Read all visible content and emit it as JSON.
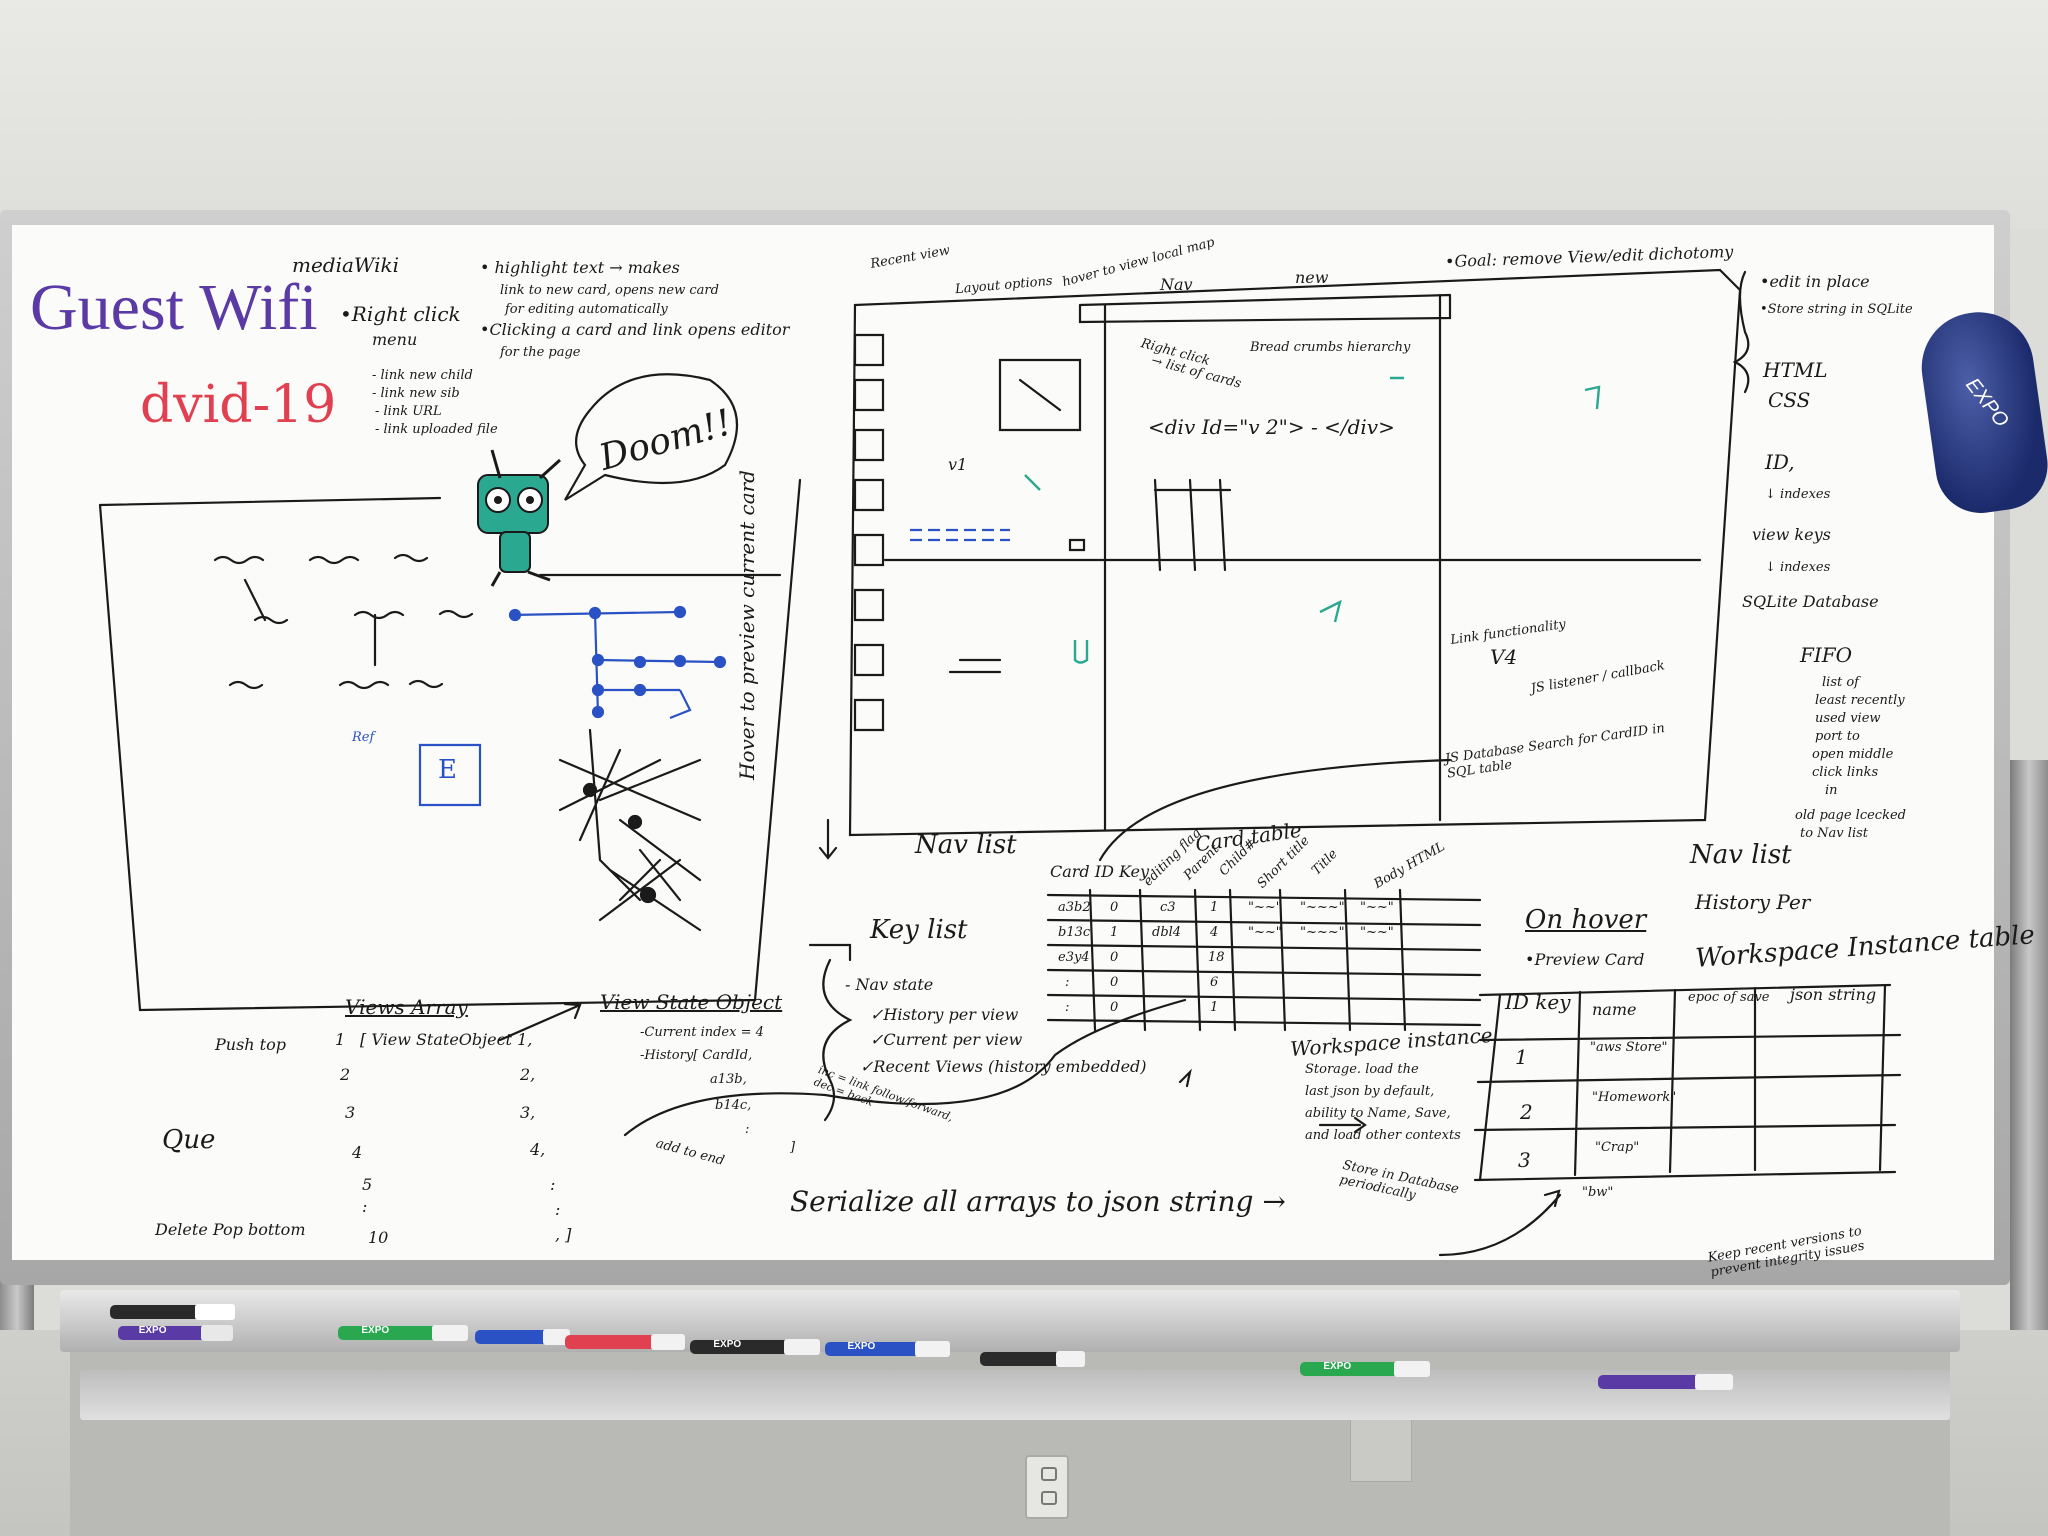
{
  "colors": {
    "board": "#fbfbfa",
    "frame": "#a7a7a7",
    "black_ink": "#1a1a1a",
    "purple_ink": "#5a3aa4",
    "red_ink": "#e04050",
    "blue_ink": "#2a52c4",
    "green_ink": "#2aa890",
    "eraser": "#1b2a6b"
  },
  "left": {
    "title": "Guest Wifi",
    "password": "dvid-19",
    "mediawiki": "mediaWiki",
    "right_click": "•Right click",
    "menu": "menu",
    "menu_items": [
      "- link new child",
      "- link new sib",
      "- link URL",
      "- link uploaded file"
    ],
    "bullets": [
      "• highlight text → makes",
      "link to new card, opens new card",
      "for editing automatically",
      "•Clicking a card and link opens editor",
      "for the page"
    ],
    "doom": "Doom!!",
    "ref": "Ref",
    "e_box": "E"
  },
  "layout": {
    "recent_view": "Recent view",
    "layout_options": "Layout options",
    "hover_map": "hover to view local map",
    "nav": "Nav",
    "new": "new",
    "right_click": "Right click",
    "list_of_cards": "→ list of cards",
    "bread_crumbs": "Bread crumbs hierarchy",
    "div_code": "<div Id=\"v 2\"> - </div>",
    "v1": "v1",
    "hover_preview": "Hover to preview current card",
    "link_functionality": "Link functionality",
    "v4": "V4",
    "js_listener": "JS listener / callback",
    "js_db": "JS Database Search for CardID in SQL table"
  },
  "goal": {
    "goal": "•Goal: remove View/edit dichotomy",
    "edit_in_place": "•edit in place",
    "store_string": "•Store string in SQLite",
    "html_css": [
      "HTML",
      "CSS"
    ],
    "id_chain": [
      "ID,",
      "↓ indexes",
      "view keys",
      "↓ indexes",
      "SQLite Database"
    ],
    "fifo": "FIFO",
    "fifo_note": [
      "list of",
      "least recently",
      "used view",
      "port to",
      "open middle",
      "click links",
      "in",
      "old page lcecked",
      "to Nav list"
    ],
    "nav_list": "Nav list",
    "history_per": "History Per"
  },
  "nav": {
    "nav_list": "Nav list",
    "key_list": "Key list",
    "nav_state": "- Nav state",
    "items": [
      "✓History per view",
      "✓Current per view",
      "✓Recent Views (history embedded)"
    ],
    "new_label": "new"
  },
  "card_table": {
    "title": "Card table",
    "headers": [
      "Card ID Key",
      "editing flag",
      "Parent",
      "Child#",
      "Short title",
      "Title",
      "Body HTML"
    ],
    "rows": [
      [
        "a3b2",
        "0",
        "c3",
        "1",
        "\"~~\"",
        "\"~~~\"",
        "\"~~\""
      ],
      [
        "b13c",
        "1",
        "dbl4",
        "4",
        "\"~~\"",
        "\"~~~\"",
        "\"~~\""
      ],
      [
        "e3y4",
        "0",
        "",
        "18",
        "",
        "",
        ""
      ],
      [
        ":",
        "0",
        "",
        "6",
        "",
        "",
        ""
      ],
      [
        ":",
        "0",
        "",
        "1",
        "",
        "",
        ""
      ]
    ]
  },
  "hover": {
    "on_hover": "On hover",
    "preview_card": "•Preview Card"
  },
  "workspace": {
    "title": "Workspace Instance table",
    "headers": [
      "ID key",
      "name",
      "epoc of save",
      "json string"
    ],
    "names": [
      "\"aws Store\"",
      "\"Homework\"",
      "\"Crap\"",
      "\"bw\""
    ],
    "ids": [
      "1",
      "2",
      "3"
    ],
    "note": "Keep recent versions to prevent integrity issues"
  },
  "workspace_instance": {
    "title": "Workspace instance",
    "lines": [
      "Storage. load the",
      "last json by default,",
      "ability to Name, Save,",
      "and load other contexts"
    ]
  },
  "views": {
    "views_array": "Views Array",
    "push_top": "Push top",
    "que": "Que",
    "delete_pop": "Delete Pop bottom",
    "indexes": [
      "1",
      "2",
      "3",
      "4",
      "5",
      ":",
      "10"
    ],
    "first_entry": "[ View StateObject 1,",
    "entries": [
      "2,",
      "3,",
      "4,",
      ":",
      ":",
      ", ]"
    ],
    "view_state_object": "View State Object",
    "current_index": "-Current index = 4",
    "history": "-History[ CardId,",
    "history_items": [
      "a13b,",
      "b14c,",
      ":",
      "]"
    ],
    "add_to_end": "add to end",
    "inc_note": "inc = link follow/forward, dec = back",
    "serialize": "Serialize all arrays to json string →",
    "store_db": "Store in Database periodically"
  },
  "markers": {
    "brand": "EXPO"
  }
}
